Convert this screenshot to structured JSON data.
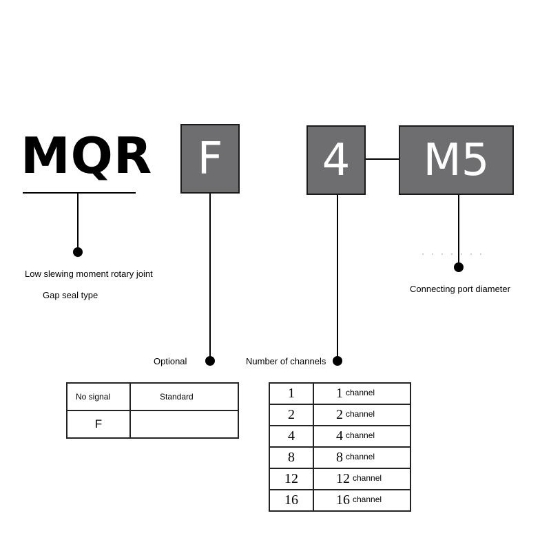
{
  "model_code": "MQR",
  "boxes": {
    "option": "F",
    "channels": "4",
    "port": "M5"
  },
  "labels": {
    "series_line1": "Low slewing moment rotary joint",
    "series_line2": "Gap seal type",
    "port": "Connecting port diameter",
    "optional": "Optional",
    "channels": "Number of channels"
  },
  "option_table": {
    "header": [
      "No signal",
      "Standard"
    ],
    "rows": [
      [
        "F",
        ""
      ]
    ]
  },
  "channel_table": {
    "rows": [
      {
        "code": "1",
        "num": "1",
        "unit": "channel"
      },
      {
        "code": "2",
        "num": "2",
        "unit": "channel"
      },
      {
        "code": "4",
        "num": "4",
        "unit": "channel"
      },
      {
        "code": "8",
        "num": "8",
        "unit": "channel"
      },
      {
        "code": "12",
        "num": "12",
        "unit": "channel"
      },
      {
        "code": "16",
        "num": "16",
        "unit": "channel"
      }
    ]
  }
}
